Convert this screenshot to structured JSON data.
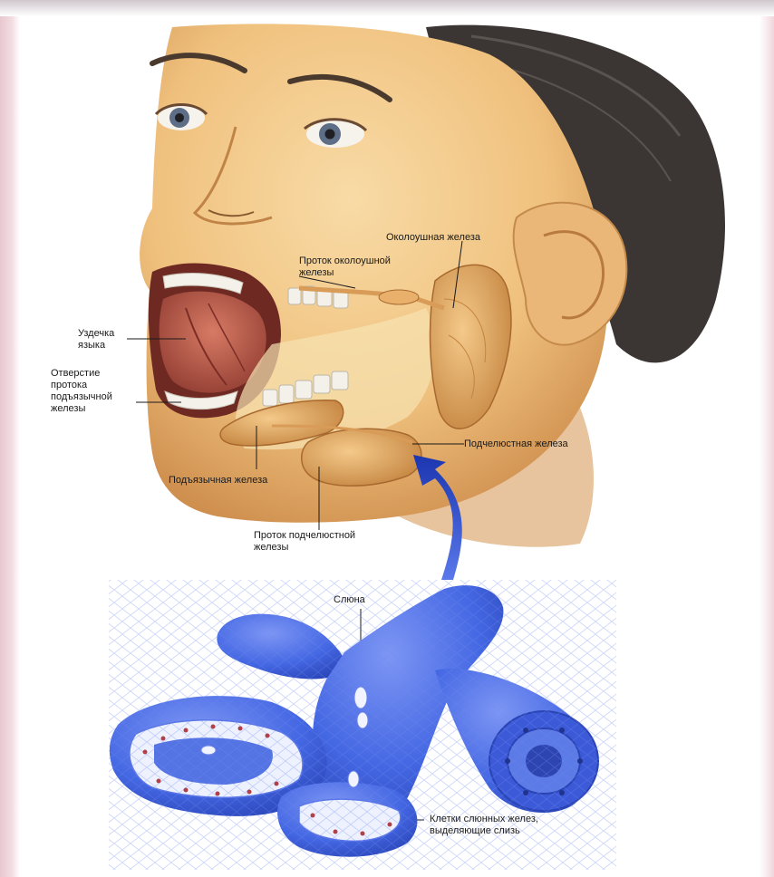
{
  "labels": {
    "parotid_gland": "Околоушная железа",
    "parotid_duct": "Проток околоушной\nжелезы",
    "frenulum": "Уздечка\nязыка",
    "sublingual_duct_opening": "Отверстие\nпротока\nподъязычной\nжелезы",
    "submandibular_gland": "Подчелюстная железа",
    "sublingual_gland": "Подъязычная железа",
    "submandibular_duct": "Проток подчелюстной\nжелезы",
    "saliva": "Слюна",
    "mucus_cells": "Клетки слюнных желез,\nвыделяющие слизь"
  },
  "colors": {
    "skin": "#f2c98a",
    "skin_shadow": "#d9a25e",
    "hair": "#3b3633",
    "gland": "#e9b46d",
    "gland_dark": "#b9783a",
    "tongue": "#b8574a",
    "mouth": "#6e2a22",
    "tissue_blue": "#3d5fe0",
    "tissue_light": "#8fa6f5",
    "arrow_blue": "#1f3fc0"
  }
}
